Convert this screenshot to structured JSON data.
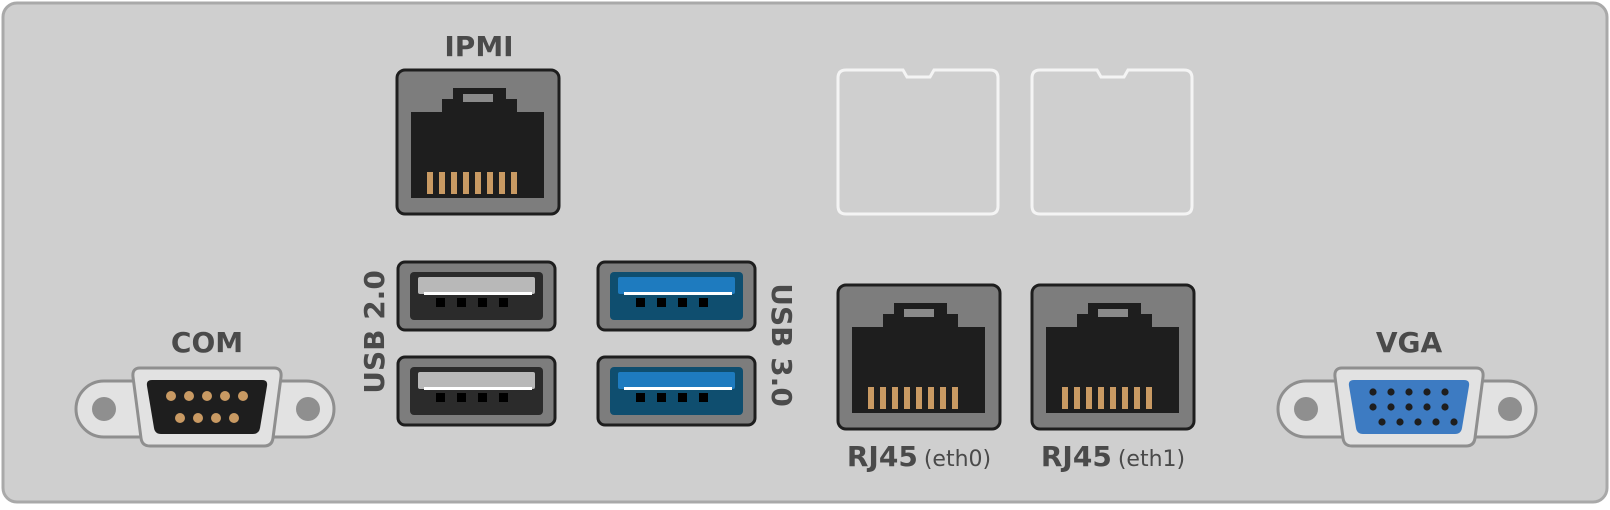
{
  "labels": {
    "ipmi": "IPMI",
    "com": "COM",
    "vga": "VGA",
    "usb2": "USB 2.0",
    "usb3": "USB 3.0",
    "rj45_main": "RJ45",
    "eth0": "(eth0)",
    "eth1": "(eth1)"
  },
  "colors": {
    "panel": "#cfcfcf",
    "panel_border": "#a9a9a9",
    "port_frame": "#7d7d7d",
    "port_body": "#1e1e1e",
    "pin": "#c99a63",
    "usb3_blue": "#1e7bbf",
    "usb3_frame": "#0f4e6f",
    "vga_blue": "#3d7bc2",
    "empty_slot": "#f4f4f4",
    "label_text": "#4a4a4a"
  },
  "icons": {
    "rj45": "rj45-port-icon",
    "usb": "usb-port-icon",
    "com": "db9-connector-icon",
    "vga": "vga-connector-icon",
    "slot": "empty-slot-icon"
  }
}
